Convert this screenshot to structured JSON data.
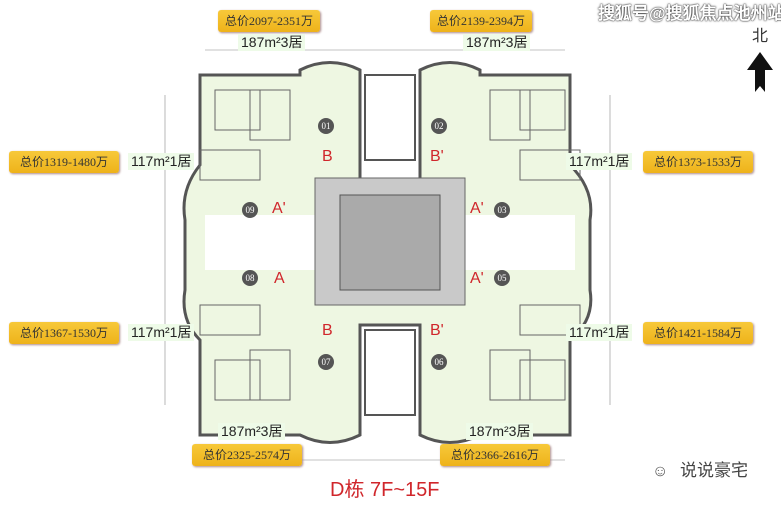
{
  "watermark": "搜狐号@搜狐焦点池州站",
  "north_label": "北",
  "title": "D栋 7F~15F",
  "logo_text": "说说豪宅",
  "units": [
    {
      "id": "01",
      "area": "187m²3居",
      "price": "总价2097-2351万"
    },
    {
      "id": "02",
      "area": "187m²3居",
      "price": "总价2139-2394万"
    },
    {
      "id": "09",
      "area": "117m²1居",
      "price": "总价1319-1480万"
    },
    {
      "id": "03",
      "area": "117m²1居",
      "price": "总价1373-1533万"
    },
    {
      "id": "08",
      "area": "117m²1居",
      "price": "总价1367-1530万"
    },
    {
      "id": "05",
      "area": "117m²1居",
      "price": "总价1421-1584万"
    },
    {
      "id": "07",
      "area": "187m²3居",
      "price": "总价2325-2574万"
    },
    {
      "id": "06",
      "area": "187m²3居",
      "price": "总价2366-2616万"
    }
  ],
  "type_letters": [
    "B",
    "B'",
    "A'",
    "A'",
    "A",
    "A'",
    "B",
    "B'"
  ],
  "colors": {
    "price_bg": "#f2bd2a",
    "letter": "#d0262b",
    "title": "#d0262b",
    "floor": "#eef7e2"
  }
}
